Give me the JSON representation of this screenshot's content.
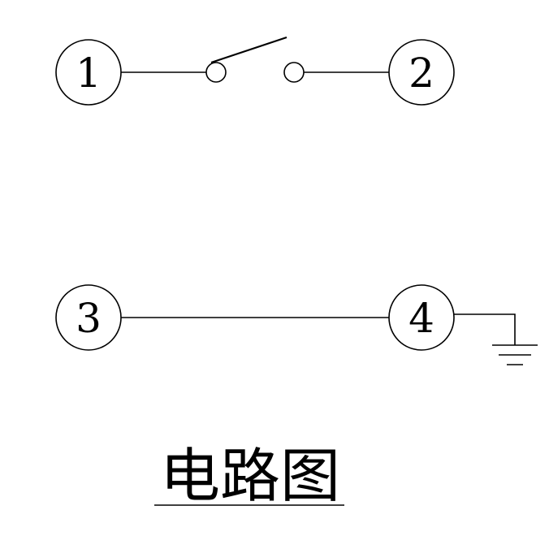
{
  "terminals": [
    {
      "id": "1",
      "label": "1"
    },
    {
      "id": "2",
      "label": "2"
    },
    {
      "id": "3",
      "label": "3"
    },
    {
      "id": "4",
      "label": "4"
    }
  ],
  "caption": {
    "text": "电路图"
  },
  "colors": {
    "ink": "#000000",
    "background": "#ffffff"
  },
  "icons": {
    "switch": "switch-icon",
    "ground": "ground-icon"
  }
}
